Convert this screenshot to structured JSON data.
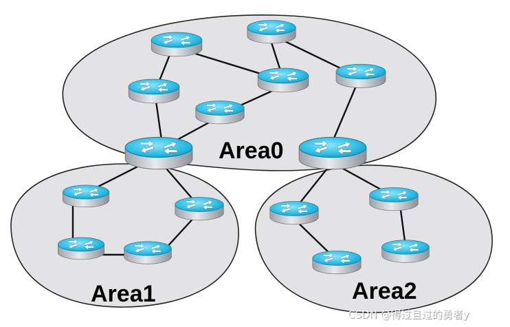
{
  "areas": {
    "area0": {
      "label": "Area0"
    },
    "area1": {
      "label": "Area1"
    },
    "area2": {
      "label": "Area2"
    }
  },
  "watermark": "CSDN @得过且过的勇者y",
  "colors": {
    "area_fill": "#e3e3e5",
    "area_stroke": "#222222",
    "link": "#111111",
    "router_top": "#2ec0e8",
    "router_body": "#cfd2d6",
    "router_arrow": "#ffffff"
  },
  "icons": {
    "router": "router-icon",
    "abr": "abr-router-icon"
  }
}
